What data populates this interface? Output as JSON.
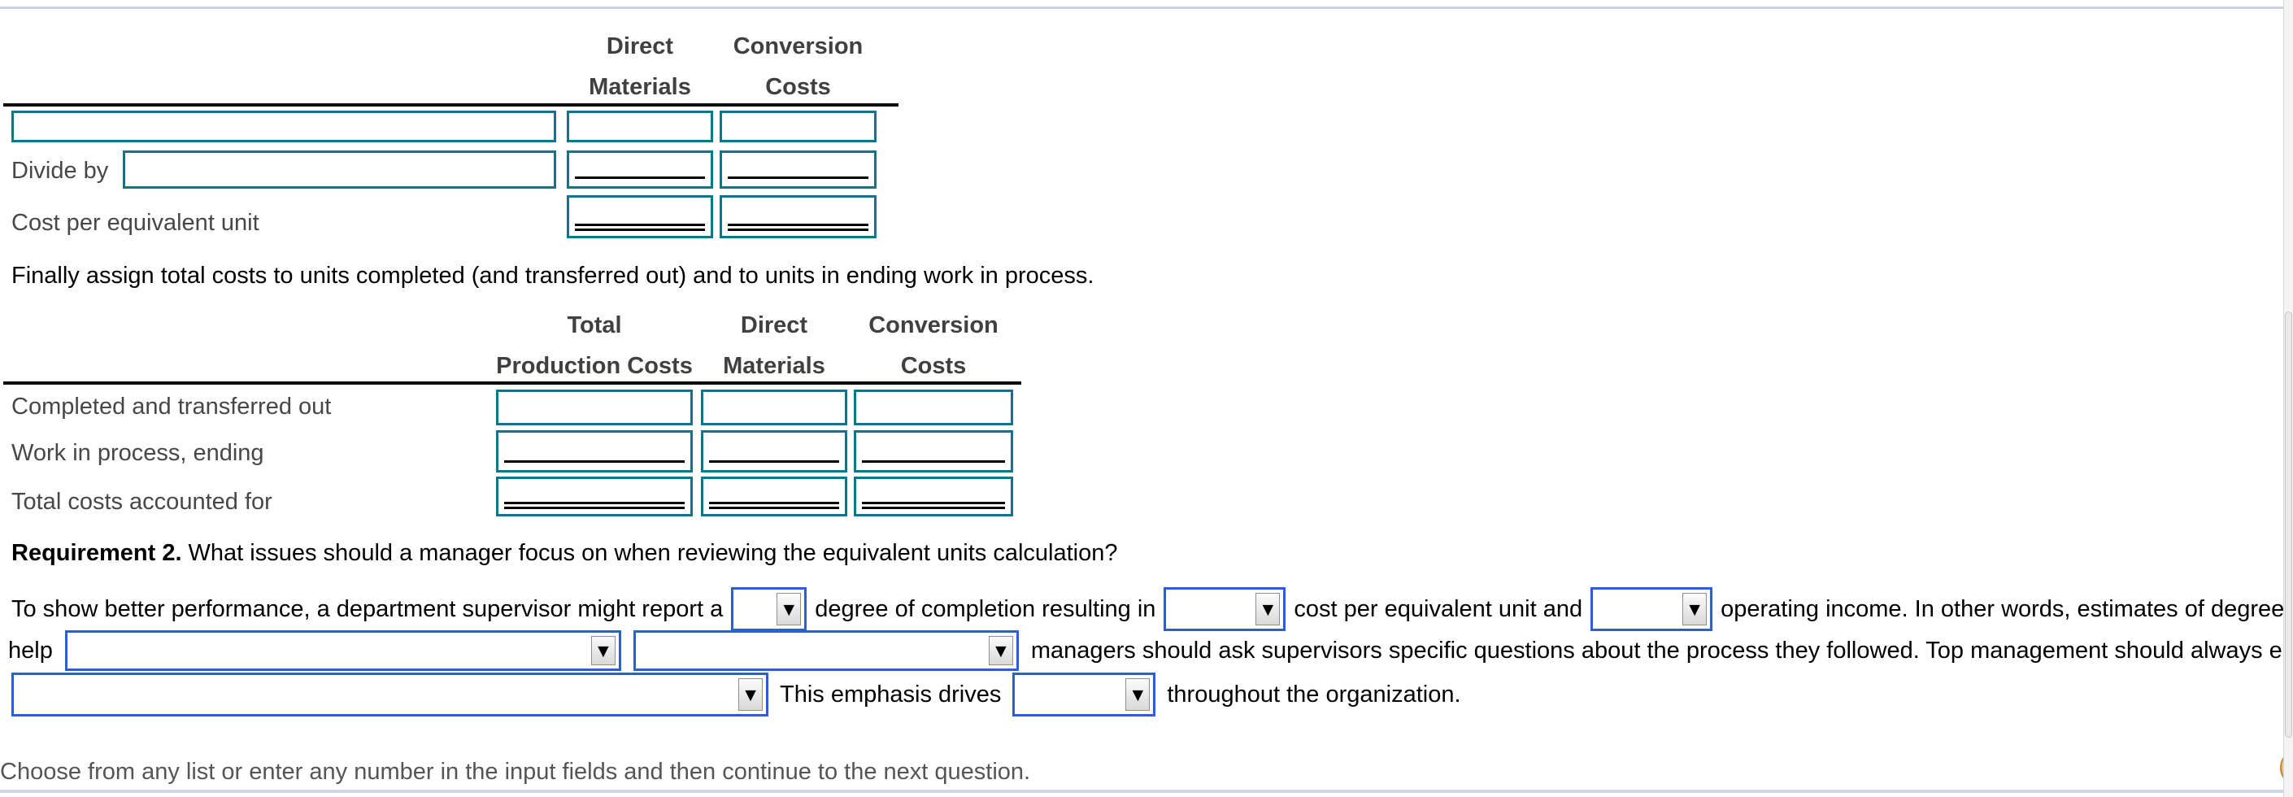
{
  "colors": {
    "input_border": "#0E768A",
    "select_border": "#2B5FD6",
    "table_rule": "#0D0D0D",
    "top_divider": "#CCD2E0",
    "bottom_divider": "#CDD5E7",
    "label_text": "#474747",
    "body_text": "#000000",
    "helper_text": "#555555",
    "assistant_gold": "#EEBC52"
  },
  "icons": {
    "dropdown_arrow": "▼"
  },
  "equiv_cost_table": {
    "headers": {
      "col1_line1": "Direct",
      "col1_line2": "Materials",
      "col2_line1": "Conversion",
      "col2_line2": "Costs"
    },
    "rows": {
      "row1": {
        "label": "",
        "description_value": "",
        "direct_materials_value": "",
        "conversion_costs_value": ""
      },
      "row2": {
        "label": "Divide by",
        "description_value": "",
        "direct_materials_value": "",
        "conversion_costs_value": ""
      },
      "row3": {
        "label": "Cost per equivalent unit",
        "direct_materials_value": "",
        "conversion_costs_value": ""
      }
    }
  },
  "assign_intro": "Finally assign total costs to units completed (and transferred out) and to units in ending work in process.",
  "assign_table": {
    "headers": {
      "col1_line1": "Total",
      "col1_line2": "Production Costs",
      "col2_line1": "Direct",
      "col2_line2": "Materials",
      "col3_line1": "Conversion",
      "col3_line2": "Costs"
    },
    "rows": {
      "row1": {
        "label": "Completed and transferred out",
        "total_value": "",
        "direct_materials_value": "",
        "conversion_costs_value": ""
      },
      "row2": {
        "label": "Work in process, ending",
        "total_value": "",
        "direct_materials_value": "",
        "conversion_costs_value": ""
      },
      "row3": {
        "label": "Total costs accounted for",
        "total_value": "",
        "direct_materials_value": "",
        "conversion_costs_value": ""
      }
    }
  },
  "requirement2": {
    "title": "Requirement 2.",
    "question": " What issues should a manager focus on when reviewing the equivalent units calculation?"
  },
  "fill_in": {
    "line1": {
      "text1": "To show better performance, a department supervisor might report a",
      "text2": "degree of completion resulting in",
      "text3": "cost per equivalent unit and",
      "text4": "operating income. In other words, estimates of degree of completion can"
    },
    "line2": {
      "text1": "help",
      "text2": "managers should ask supervisors specific questions about the process they followed. Top management should always emphasize"
    },
    "line3": {
      "text1": "This emphasis drives",
      "text2": "throughout the organization."
    },
    "selects": {
      "degree": "",
      "cost_per_unit": "",
      "operating_income": "",
      "help_1": "",
      "help_2": "",
      "emphasize": "",
      "drives": ""
    }
  },
  "footer": {
    "helper_text": "Choose from any list or enter any number in the input fields and then continue to the next question."
  }
}
